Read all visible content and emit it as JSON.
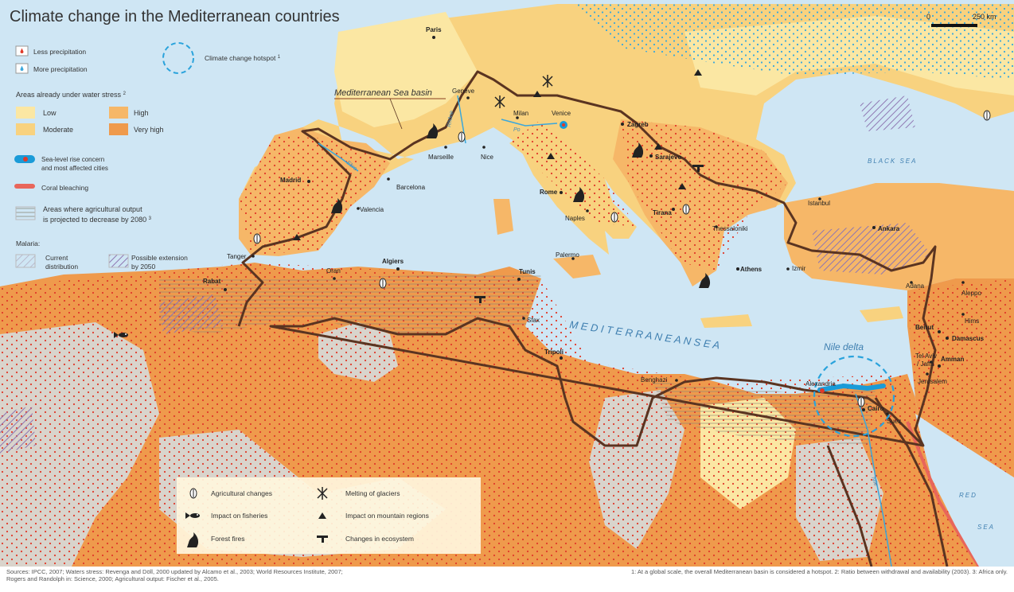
{
  "title": "Climate change in the Mediterranean countries",
  "scale": {
    "zero": "0",
    "distance": "250 km"
  },
  "legend": {
    "less_precipitation": "Less precipitation",
    "more_precipitation": "More precipitation",
    "hotspot": "Climate change hotspot",
    "hotspot_note": "1",
    "water_stress_title": "Areas already under water stress",
    "water_stress_note": "2",
    "stress_levels": [
      {
        "label": "Low",
        "color": "#fbe7a3"
      },
      {
        "label": "High",
        "color": "#f6b768"
      },
      {
        "label": "Moderate",
        "color": "#f8d27f"
      },
      {
        "label": "Very high",
        "color": "#ef9a4c"
      }
    ],
    "sea_level_line1": "Sea-level rise concern",
    "sea_level_line2": "and most affected cities",
    "coral": "Coral bleaching",
    "agri_line1": "Areas where agricultural output",
    "agri_line2": "is projected to decrease by 2080",
    "agri_note": "3",
    "malaria_title": "Malaria:",
    "malaria_current_line1": "Current",
    "malaria_current_line2": "distribution",
    "malaria_possible_line1": "Possible extension",
    "malaria_possible_line2": "by 2050",
    "basin_label": "Mediterranean Sea basin"
  },
  "impacts": {
    "agricultural": "Agricultural changes",
    "fisheries": "Impact on fisheries",
    "fires": "Forest fires",
    "glaciers": "Melting of glaciers",
    "mountain": "Impact on mountain regions",
    "ecosystem": "Changes in ecosystem"
  },
  "seas": {
    "mediterranean": "M E D I T E R R A N E A N     S E A",
    "black": "BLACK SEA",
    "red_1": "RED",
    "red_2": "SEA",
    "nile_delta": "Nile delta"
  },
  "rivers": {
    "rhone": "Rhône",
    "ebro": "Ebro",
    "po": "Po",
    "nile": "Nile"
  },
  "cities": {
    "paris": "Paris",
    "geneve": "Genève",
    "milan": "Milan",
    "venice": "Venice",
    "zagreb": "Zagreb",
    "sarajevo": "Sarajevo",
    "marseille": "Marseille",
    "nice": "Nice",
    "madrid": "Madrid",
    "barcelona": "Barcelona",
    "valencia": "Valencia",
    "rome": "Rome",
    "naples": "Naples",
    "tirana": "Tirana",
    "istanbul": "Istanbul",
    "thessaloniki": "Thessaloniki",
    "ankara": "Ankara",
    "tanger": "Tanger",
    "rabat": "Rabat",
    "oran": "Oran",
    "algiers": "Algiers",
    "tunis": "Tunis",
    "palermo": "Palermo",
    "athens": "Athens",
    "izmir": "Izmir",
    "adana": "Adana",
    "aleppo": "Aleppo",
    "sfax": "Sfax",
    "hims": "Hims",
    "beirut": "Beirut",
    "damascus": "Damascus",
    "tripoli": "Tripoli",
    "telaviv_1": "Tel Aviv",
    "telaviv_2": "/ Jaffa",
    "amman": "Amman",
    "jerusalem": "Jerusalem",
    "benghazi": "Benghazi",
    "alexandria": "Alexandria",
    "cairo": "Cairo",
    "suez": "Suez"
  },
  "footer": {
    "sources_line1": "Sources: IPCC, 2007; Waters stress: Revenga and Döll, 2000 updated by Alcamo et al., 2003; World Resources Institute, 2007;",
    "sources_line2": "Rogers and Randolph in: Science, 2000; Agricultural output: Fischer et al., 2005.",
    "notes": "1: At a global scale, the overall Mediterranean basin is considered a hotspot. 2: Ratio between withdrawal and availability (2003). 3: Africa only."
  },
  "colors": {
    "sea": "#cfe6f4",
    "low": "#fbe7a3",
    "moderate": "#f8d27f",
    "high": "#f6b768",
    "very_high": "#ef9a4c",
    "malaria": "#d9d4cc",
    "basin_line": "#5a3421",
    "precip_less": "#e03a2a",
    "precip_more": "#3aa7dc",
    "hotspot": "#2aa3dc",
    "coral": "#e8665b"
  }
}
